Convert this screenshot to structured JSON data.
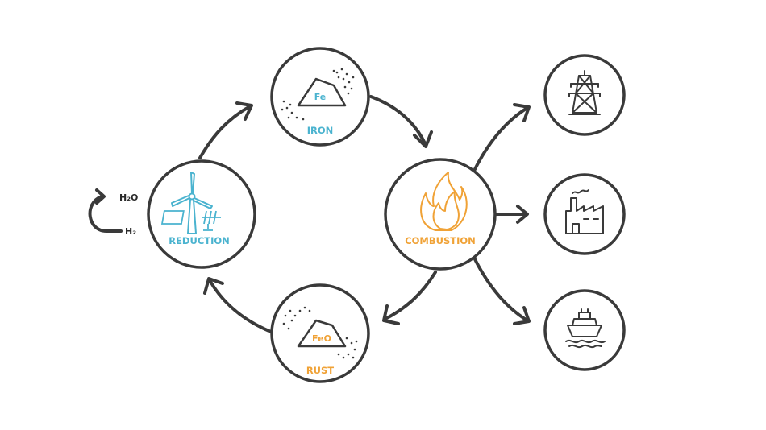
{
  "nodes": {
    "iron": {
      "label": "IRON",
      "symbol": "Fe"
    },
    "rust": {
      "label": "RUST",
      "symbol": "FeO"
    },
    "reduction": {
      "label": "REDUCTION"
    },
    "combustion": {
      "label": "COMBUSTION"
    },
    "power": {
      "icon": "power-pylon-icon"
    },
    "industry": {
      "icon": "factory-icon"
    },
    "shipping": {
      "icon": "ship-icon"
    }
  },
  "side_loop": {
    "top": "H₂O",
    "bottom": "H₂"
  },
  "colors": {
    "stroke": "#3a3a3a",
    "reduction": "#4ab3cf",
    "combustion": "#f0a236",
    "rust": "#f0a236",
    "iron": "#4ab3cf"
  },
  "icons": [
    "wind-turbine-icon",
    "solar-panel-icon",
    "flame-icon",
    "iron-pile-icon",
    "rust-pile-icon",
    "power-pylon-icon",
    "factory-icon",
    "ship-icon"
  ]
}
